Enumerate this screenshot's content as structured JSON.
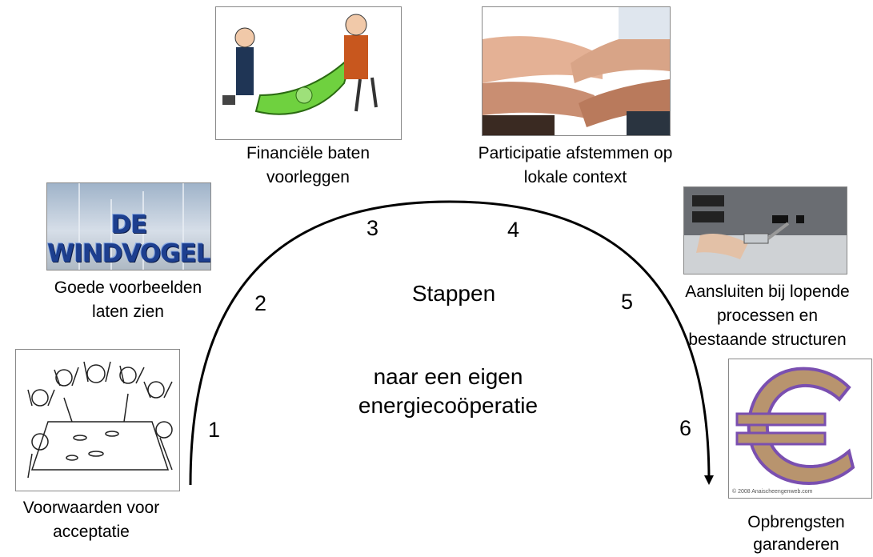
{
  "center": {
    "title": "Stappen",
    "subtitle_line1": "naar een eigen",
    "subtitle_line2": "energiecoöperatie"
  },
  "steps": [
    {
      "number": "1",
      "caption_line1": "Voorwaarden voor",
      "caption_line2": "acceptatie",
      "image": "meeting-cartoon"
    },
    {
      "number": "2",
      "caption_line1": "Goede voorbeelden",
      "caption_line2": "laten zien",
      "image": "windvogel-logo",
      "logo_text": "DE WINDVOGEL"
    },
    {
      "number": "3",
      "caption_line1": "Financiële baten",
      "caption_line2": "voorleggen",
      "image": "money-carpet-cartoon"
    },
    {
      "number": "4",
      "caption_line1": "Participatie afstemmen op",
      "caption_line2": "lokale context",
      "image": "stacked-hands-photo"
    },
    {
      "number": "5",
      "caption_line1": "Aansluiten bij lopende",
      "caption_line2": "processen en",
      "caption_line3": "bestaande structuren",
      "image": "plug-connector-photo"
    },
    {
      "number": "6",
      "caption_line1": "Opbrengsten",
      "caption_line2": "garanderen",
      "image": "euro-sign",
      "image_credit": "© 2008 Anaischeengenweb.com"
    }
  ],
  "colors": {
    "arc": "#000000",
    "windvogel_text": "#1d3f8f",
    "euro_face": "#b8946e",
    "euro_side": "#7a4fb0",
    "money_green": "#6fd13f"
  }
}
